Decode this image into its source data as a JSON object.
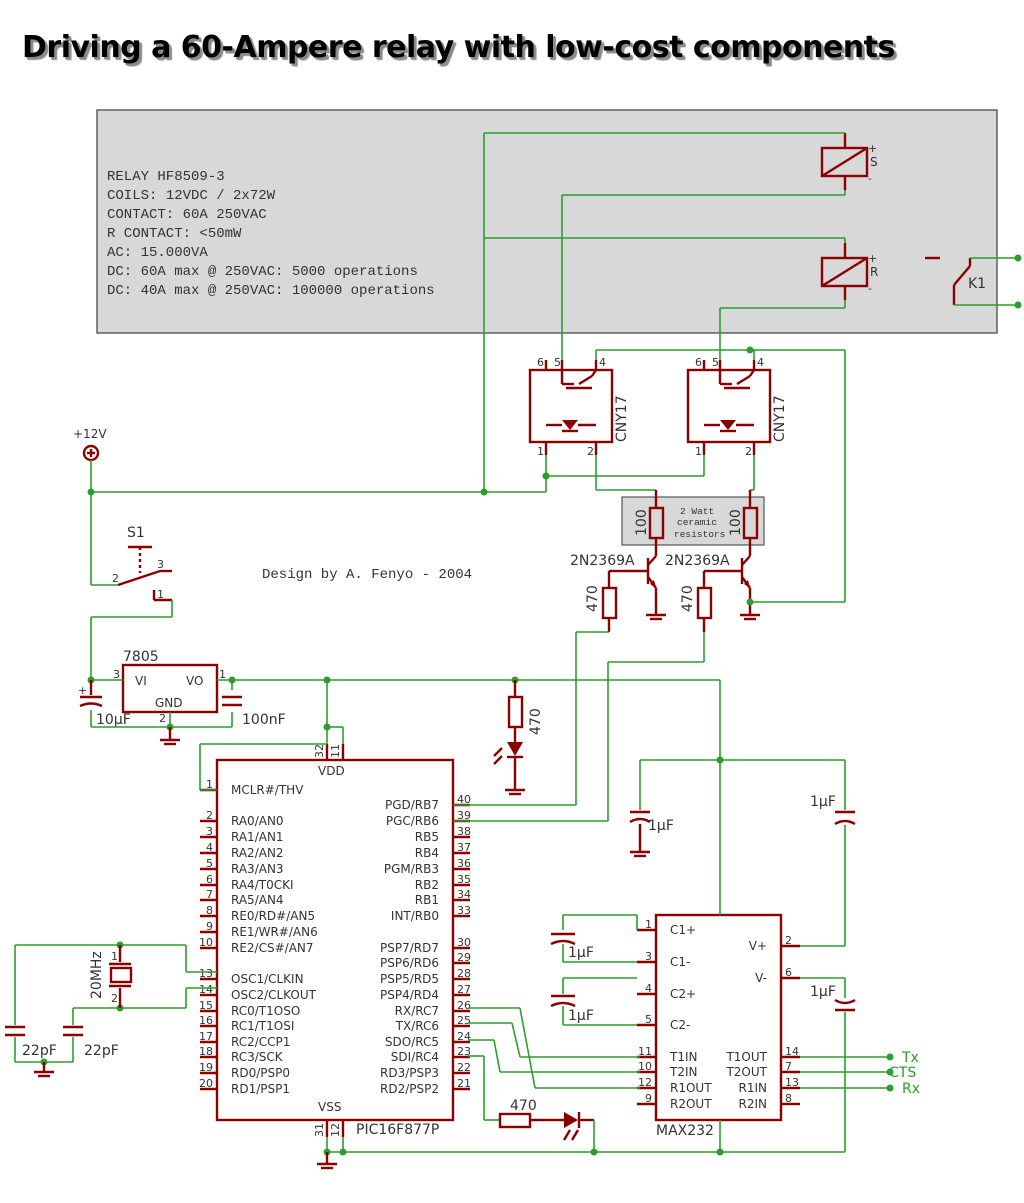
{
  "title": "Driving a 60-Ampere relay with low-cost components",
  "credit": "Design by A. Fenyo - 2004",
  "relay": {
    "specs": [
      "RELAY HF8509-3",
      "COILS: 12VDC / 2x72W",
      "CONTACT: 60A 250VAC",
      "R CONTACT: <50mW",
      "AC: 15.000VA",
      "DC: 60A max @ 250VAC: 5000 operations",
      "DC: 40A max @ 250VAC: 100000 operations"
    ],
    "coil_s": "S",
    "coil_r": "R",
    "plus": "+",
    "minus": "-",
    "switch": "K1"
  },
  "power": {
    "label": "+12V",
    "switch": "S1",
    "sw_pins": [
      "2",
      "3",
      "1"
    ]
  },
  "regulator": {
    "name": "7805",
    "vi": "VI",
    "vo": "VO",
    "gnd": "GND",
    "pins": [
      "3",
      "1",
      "2"
    ]
  },
  "caps": {
    "c10u": "10µF",
    "c100n": "100nF",
    "c1u": "1µF",
    "c22p": "22pF"
  },
  "crystal": "20MHz",
  "optos": {
    "name": "CNY17",
    "pins": [
      "6",
      "5",
      "4",
      "1",
      "2"
    ]
  },
  "resistors": {
    "r100": "100",
    "r470": "470",
    "note": [
      "2 Watt",
      "ceramic",
      "resistors"
    ]
  },
  "transistors": "2N2369A",
  "pic": {
    "name": "PIC16F877P",
    "vdd": "VDD",
    "vss": "VSS",
    "vdd_pins": [
      "32",
      "11"
    ],
    "vss_pins": [
      "31",
      "12"
    ],
    "left": [
      {
        "pin": "1",
        "label": "MCLR#/THV"
      },
      {
        "pin": "2",
        "label": "RA0/AN0"
      },
      {
        "pin": "3",
        "label": "RA1/AN1"
      },
      {
        "pin": "4",
        "label": "RA2/AN2"
      },
      {
        "pin": "5",
        "label": "RA3/AN3"
      },
      {
        "pin": "6",
        "label": "RA4/T0CKI"
      },
      {
        "pin": "7",
        "label": "RA5/AN4"
      },
      {
        "pin": "8",
        "label": "RE0/RD#/AN5"
      },
      {
        "pin": "9",
        "label": "RE1/WR#/AN6"
      },
      {
        "pin": "10",
        "label": "RE2/CS#/AN7"
      },
      {
        "pin": "13",
        "label": "OSC1/CLKIN"
      },
      {
        "pin": "14",
        "label": "OSC2/CLKOUT"
      },
      {
        "pin": "15",
        "label": "RC0/T1OSO"
      },
      {
        "pin": "16",
        "label": "RC1/T1OSI"
      },
      {
        "pin": "17",
        "label": "RC2/CCP1"
      },
      {
        "pin": "18",
        "label": "RC3/SCK"
      },
      {
        "pin": "19",
        "label": "RD0/PSP0"
      },
      {
        "pin": "20",
        "label": "RD1/PSP1"
      }
    ],
    "right": [
      {
        "pin": "40",
        "label": "PGD/RB7"
      },
      {
        "pin": "39",
        "label": "PGC/RB6"
      },
      {
        "pin": "38",
        "label": "RB5"
      },
      {
        "pin": "37",
        "label": "RB4"
      },
      {
        "pin": "36",
        "label": "PGM/RB3"
      },
      {
        "pin": "35",
        "label": "RB2"
      },
      {
        "pin": "34",
        "label": "RB1"
      },
      {
        "pin": "33",
        "label": "INT/RB0"
      },
      {
        "pin": "30",
        "label": "PSP7/RD7"
      },
      {
        "pin": "29",
        "label": "PSP6/RD6"
      },
      {
        "pin": "28",
        "label": "PSP5/RD5"
      },
      {
        "pin": "27",
        "label": "PSP4/RD4"
      },
      {
        "pin": "26",
        "label": "RX/RC7"
      },
      {
        "pin": "25",
        "label": "TX/RC6"
      },
      {
        "pin": "24",
        "label": "SDO/RC5"
      },
      {
        "pin": "23",
        "label": "SDI/RC4"
      },
      {
        "pin": "22",
        "label": "RD3/PSP3"
      },
      {
        "pin": "21",
        "label": "RD2/PSP2"
      }
    ]
  },
  "max232": {
    "name": "MAX232",
    "left": [
      {
        "pin": "1",
        "label": "C1+"
      },
      {
        "pin": "3",
        "label": "C1-"
      },
      {
        "pin": "4",
        "label": "C2+"
      },
      {
        "pin": "5",
        "label": "C2-"
      },
      {
        "pin": "11",
        "label": "T1IN"
      },
      {
        "pin": "10",
        "label": "T2IN"
      },
      {
        "pin": "12",
        "label": "R1OUT"
      },
      {
        "pin": "9",
        "label": "R2OUT"
      }
    ],
    "right": [
      {
        "pin": "2",
        "label": "V+"
      },
      {
        "pin": "6",
        "label": "V-"
      },
      {
        "pin": "14",
        "label": "T1OUT"
      },
      {
        "pin": "7",
        "label": "T2OUT"
      },
      {
        "pin": "13",
        "label": "R1IN"
      },
      {
        "pin": "8",
        "label": "R2IN"
      }
    ]
  },
  "io": {
    "tx": "Tx",
    "cts": "CTS",
    "rx": "Rx"
  }
}
